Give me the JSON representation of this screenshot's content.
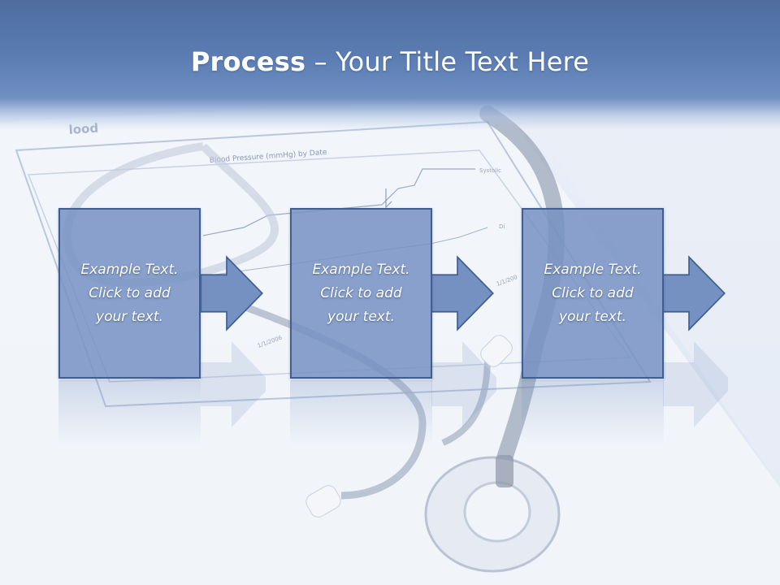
{
  "slide": {
    "title_bold": "Process",
    "title_rest": " – Your Title Text Here"
  },
  "steps": [
    {
      "line1": "Example Text.",
      "line2": "Click  to add",
      "line3": "your text."
    },
    {
      "line1": "Example Text.",
      "line2": "Click  to add",
      "line3": "your text."
    },
    {
      "line1": "Example Text.",
      "line2": "Click  to add",
      "line3": "your text."
    }
  ],
  "background": {
    "chart_header": "Blood Pressure (mmHg) by Date",
    "partial_word": "lood",
    "series_label": "Systolic",
    "series_label_2": "Di",
    "date_1": "1/1/200",
    "date_2": "1/1/2006"
  },
  "colors": {
    "title_band": "#5b7db3",
    "step_fill": "#7591c2",
    "step_border": "#3f5f93",
    "text": "#ffffff"
  }
}
